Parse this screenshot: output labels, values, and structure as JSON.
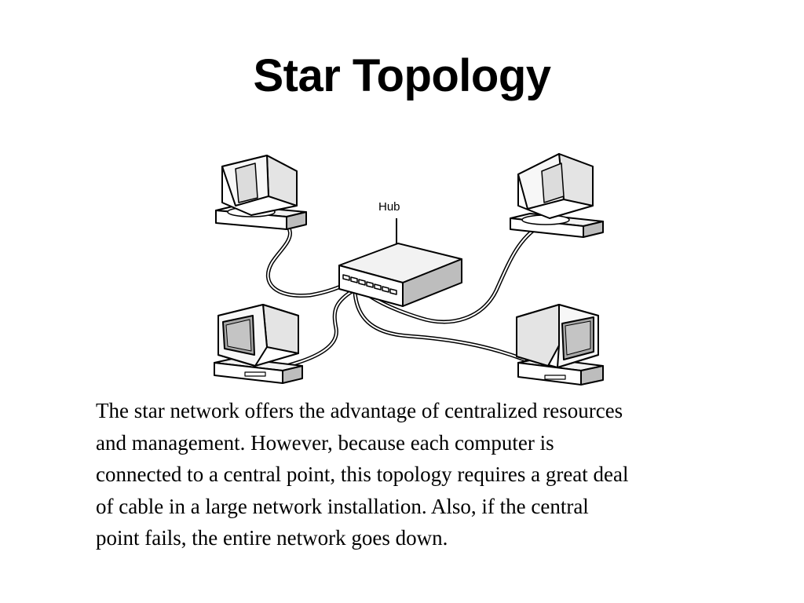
{
  "slide": {
    "title": "Star Topology",
    "diagram": {
      "hub_label": "Hub",
      "computers": [
        "top-left",
        "top-right",
        "bottom-left",
        "bottom-right"
      ]
    },
    "body_lines": [
      "The star network offers the advantage of centralized resources",
      "and management. However, because each computer is",
      "connected to a central point, this topology requires a great deal",
      "of cable in a large network installation. Also, if the central",
      "point fails, the entire network goes down."
    ]
  },
  "colors": {
    "background": "#ffffff",
    "text": "#000000",
    "device_light": "#f2f2f2",
    "device_shade": "#bdbdbd",
    "screen": "#a8a8a8"
  }
}
